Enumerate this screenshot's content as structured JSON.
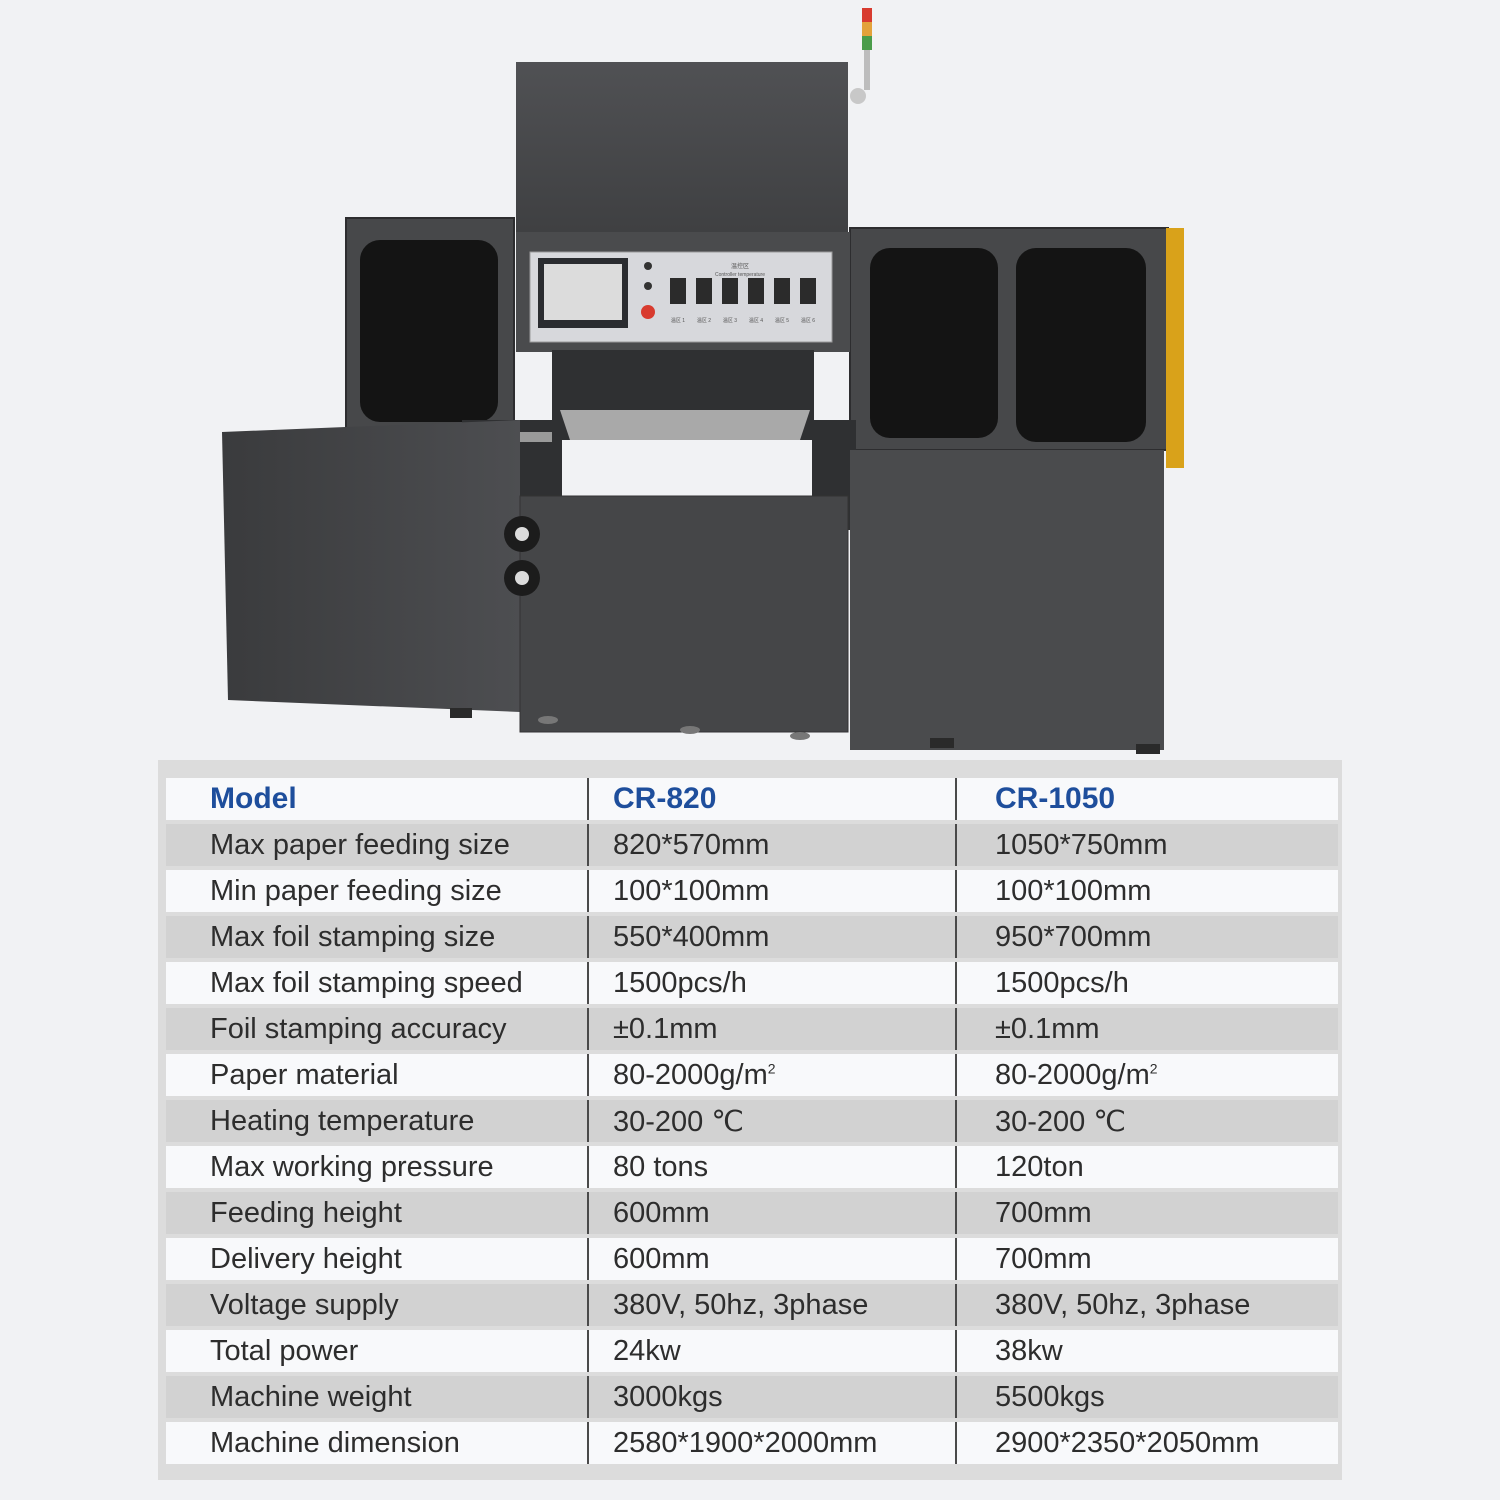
{
  "machine": {
    "label": "Foil stamping machine",
    "panel_title": "温控区",
    "panel_subtitle": "Controller temperature",
    "zones": [
      "温区 1",
      "温区 2",
      "温区 3",
      "温区 4",
      "温区 5",
      "温区 6"
    ],
    "colors": {
      "body": "#4a4b4d",
      "dark": "#3e3f41",
      "window": "#141414",
      "panel": "#d7d8dc"
    }
  },
  "table": {
    "header": {
      "label": "Model",
      "col1": "CR-820",
      "col2": "CR-1050"
    },
    "rows": [
      {
        "label": "Max paper feeding size",
        "col1": "820*570mm",
        "col2": "1050*750mm"
      },
      {
        "label": "Min paper feeding size",
        "col1": "100*100mm",
        "col2": "100*100mm"
      },
      {
        "label": "Max foil stamping size",
        "col1": "550*400mm",
        "col2": "950*700mm"
      },
      {
        "label": "Max foil stamping speed",
        "col1": "1500pcs/h",
        "col2": "1500pcs/h"
      },
      {
        "label": "Foil stamping accuracy",
        "col1": "±0.1mm",
        "col2": "±0.1mm"
      },
      {
        "label": "Paper material",
        "col1": "80-2000g/m",
        "col2": "80-2000g/m",
        "sup": "2"
      },
      {
        "label": "Heating temperature",
        "col1": "30-200 ℃",
        "col2": "30-200 ℃"
      },
      {
        "label": "Max working pressure",
        "col1": "80 tons",
        "col2": "120ton"
      },
      {
        "label": "Feeding height",
        "col1": "600mm",
        "col2": "700mm"
      },
      {
        "label": "Delivery height",
        "col1": "600mm",
        "col2": "700mm"
      },
      {
        "label": "Voltage supply",
        "col1": "380V, 50hz, 3phase",
        "col2": "380V, 50hz, 3phase"
      },
      {
        "label": "Total power",
        "col1": "24kw",
        "col2": "38kw"
      },
      {
        "label": "Machine weight",
        "col1": "3000kgs",
        "col2": "5500kgs"
      },
      {
        "label": "Machine dimension",
        "col1": "2580*1900*2000mm",
        "col2": "2900*2350*2050mm"
      }
    ]
  }
}
